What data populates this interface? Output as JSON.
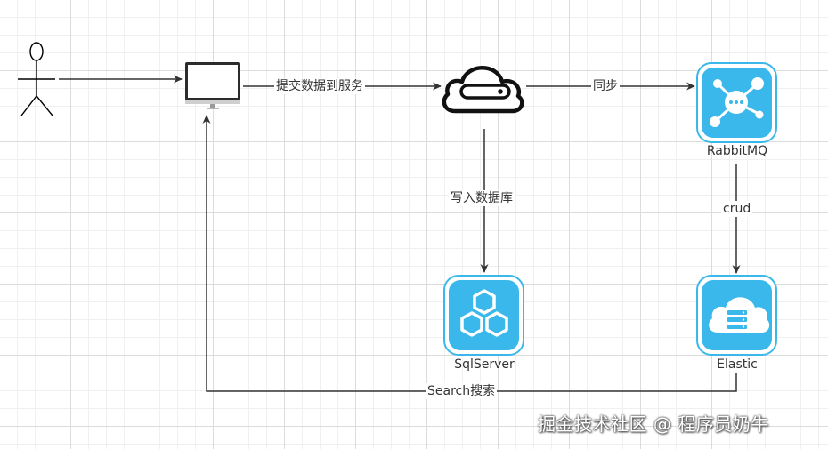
{
  "nodes": {
    "user": {
      "icon": "actor-icon"
    },
    "client": {
      "icon": "monitor-icon"
    },
    "service": {
      "icon": "cloud-server-icon"
    },
    "rabbitmq": {
      "icon": "rabbitmq-icon",
      "label": "RabbitMQ"
    },
    "sqlserver": {
      "icon": "hexagon-db-icon",
      "label": "SqlServer"
    },
    "elastic": {
      "icon": "cloud-database-icon",
      "label": "Elastic"
    }
  },
  "edges": {
    "submit": "提交数据到服务",
    "sync": "同步",
    "write_db": "写入数据库",
    "crud": "crud",
    "search": "Search搜索"
  },
  "colors": {
    "accent": "#3bb8eb",
    "line": "#333333"
  },
  "watermark": "掘金技术社区 @ 程序员奶牛"
}
